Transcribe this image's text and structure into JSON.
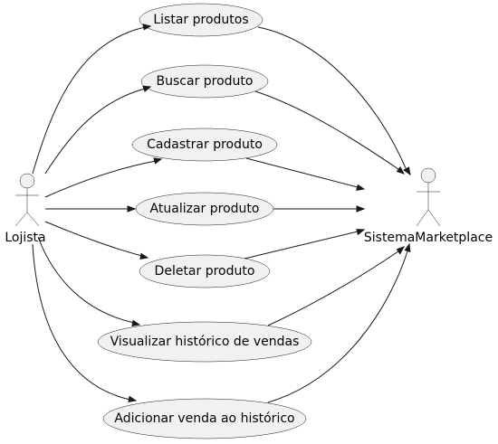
{
  "diagram": {
    "actors": {
      "lojista": "Lojista",
      "sistema": "SistemaMarketplace"
    },
    "usecases": [
      "Listar produtos",
      "Buscar produto",
      "Cadastrar produto",
      "Atualizar produto",
      "Deletar produto",
      "Visualizar histórico de vendas",
      "Adicionar venda ao histórico"
    ]
  }
}
